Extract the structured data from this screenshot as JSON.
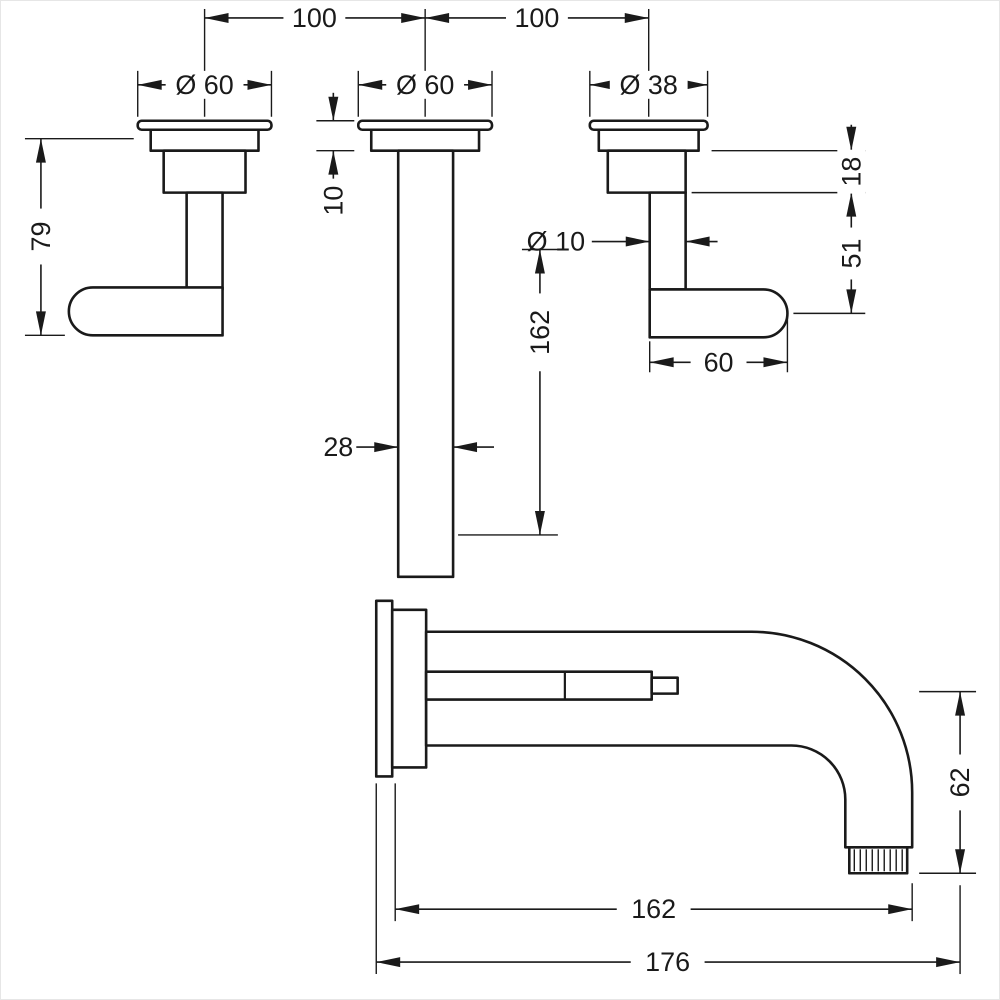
{
  "colors": {
    "ink": "#1a1a1a",
    "background": "#ffffff"
  },
  "dims": {
    "spacing_left": "100",
    "spacing_right": "100",
    "escutcheon_left_dia": "Ø 60",
    "escutcheon_mid_dia": "Ø 60",
    "escutcheon_right_dia": "Ø 38",
    "handle_total_height": "79",
    "escutcheon_depth": "10",
    "spout_tube_length": "162",
    "spout_tube_width": "28",
    "lever_rod_dia": "Ø 10",
    "lever_block_height": "18",
    "lever_drop": "51",
    "lever_arm_length": "60",
    "spout_outlet_drop": "62",
    "spout_projection": "162",
    "total_projection": "176"
  }
}
